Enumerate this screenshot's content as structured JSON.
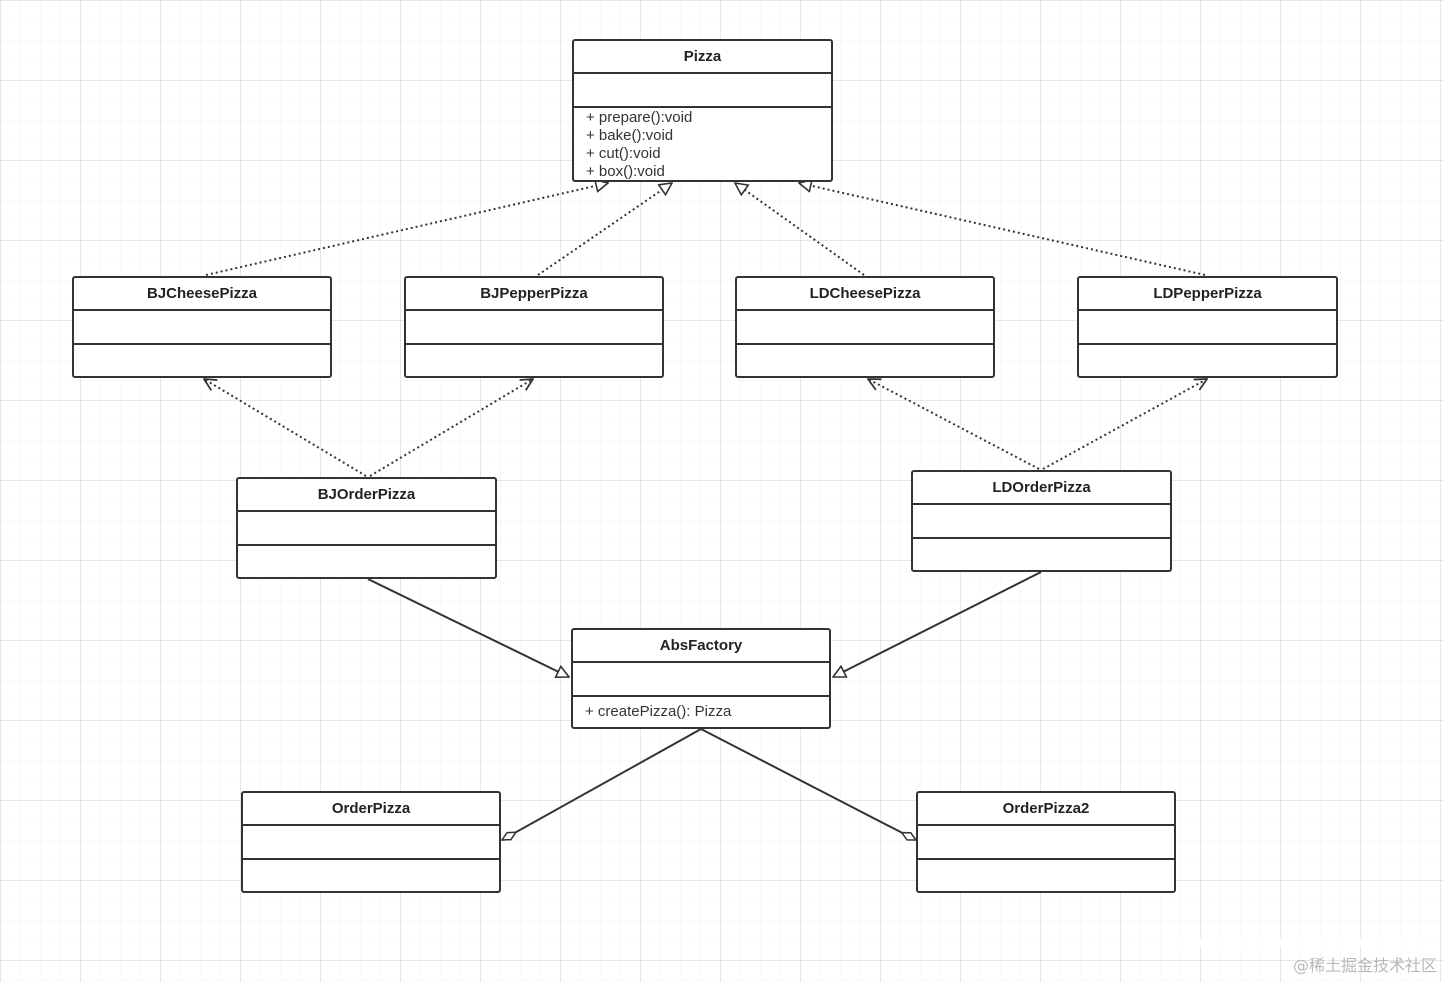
{
  "diagram": {
    "type": "uml-class-diagram",
    "classes": {
      "pizza": {
        "name": "Pizza",
        "operations": [
          "+ prepare():void",
          "+ bake():void",
          "+ cut():void",
          "+ box():void"
        ]
      },
      "bj_cheese": {
        "name": "BJCheesePizza",
        "operations": []
      },
      "bj_pepper": {
        "name": "BJPepperPizza",
        "operations": []
      },
      "ld_cheese": {
        "name": "LDCheesePizza",
        "operations": []
      },
      "ld_pepper": {
        "name": "LDPepperPizza",
        "operations": []
      },
      "bj_order": {
        "name": "BJOrderPizza",
        "operations": []
      },
      "ld_order": {
        "name": "LDOrderPizza",
        "operations": []
      },
      "abs_factory": {
        "name": "AbsFactory",
        "operations": [
          "+ createPizza(): Pizza"
        ]
      },
      "order_pizza": {
        "name": "OrderPizza",
        "operations": []
      },
      "order_pizza2": {
        "name": "OrderPizza2",
        "operations": []
      }
    },
    "relations": [
      {
        "from": "BJCheesePizza",
        "to": "Pizza",
        "type": "realization"
      },
      {
        "from": "BJPepperPizza",
        "to": "Pizza",
        "type": "realization"
      },
      {
        "from": "LDCheesePizza",
        "to": "Pizza",
        "type": "realization"
      },
      {
        "from": "LDPepperPizza",
        "to": "Pizza",
        "type": "realization"
      },
      {
        "from": "BJOrderPizza",
        "to": "BJCheesePizza",
        "type": "dependency"
      },
      {
        "from": "BJOrderPizza",
        "to": "BJPepperPizza",
        "type": "dependency"
      },
      {
        "from": "LDOrderPizza",
        "to": "LDCheesePizza",
        "type": "dependency"
      },
      {
        "from": "LDOrderPizza",
        "to": "LDPepperPizza",
        "type": "dependency"
      },
      {
        "from": "BJOrderPizza",
        "to": "AbsFactory",
        "type": "generalization"
      },
      {
        "from": "LDOrderPizza",
        "to": "AbsFactory",
        "type": "generalization"
      },
      {
        "from": "OrderPizza",
        "to": "AbsFactory",
        "type": "aggregation"
      },
      {
        "from": "OrderPizza2",
        "to": "AbsFactory",
        "type": "aggregation"
      }
    ]
  },
  "watermark": "@稀土掘金技术社区",
  "colors": {
    "line": "#333333",
    "grid": "#e6e6e6",
    "background": "#ffffff",
    "watermark": "#b8b8b8"
  }
}
